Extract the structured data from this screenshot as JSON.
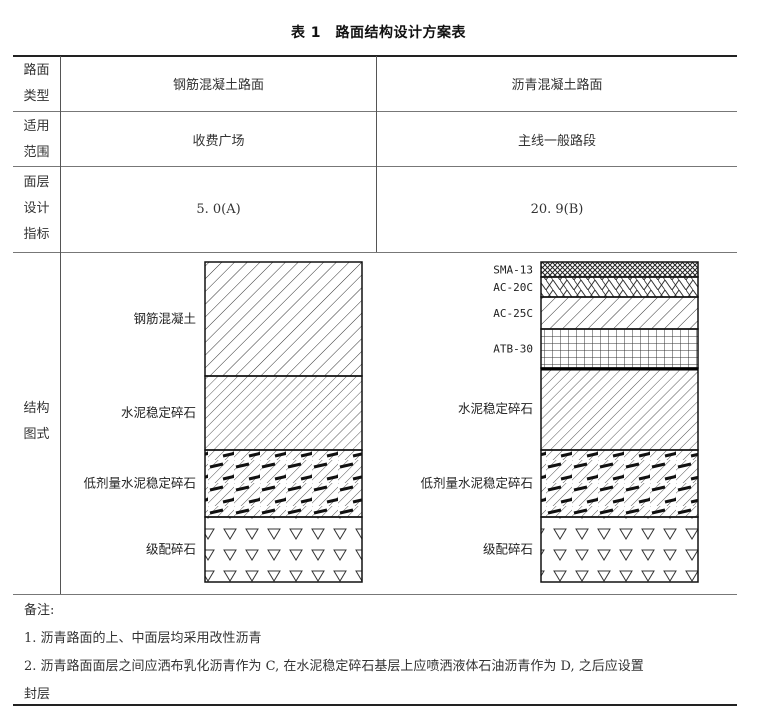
{
  "title": "表 1　路面结构设计方案表",
  "rows": {
    "type": {
      "label": [
        "路面",
        "类型"
      ],
      "col1": "钢筋混凝土路面",
      "col2": "沥青混凝土路面"
    },
    "scope": {
      "label": [
        "适用",
        "范围"
      ],
      "col1": "收费广场",
      "col2": "主线一般路段"
    },
    "index": {
      "label": [
        "面层",
        "设计",
        "指标"
      ],
      "col1": "5. 0(A)",
      "col2": "20. 9(B)"
    },
    "structure": {
      "label": [
        "结构",
        "图式"
      ]
    }
  },
  "left_diagram": {
    "layers": [
      {
        "name": "钢筋混凝土",
        "pattern": "hatch"
      },
      {
        "name": "水泥稳定碎石",
        "pattern": "hatch-fine"
      },
      {
        "name": "低剂量水泥稳定碎石",
        "pattern": "dashes"
      },
      {
        "name": "级配碎石",
        "pattern": "triangles"
      }
    ]
  },
  "right_diagram": {
    "layers": [
      {
        "name": "SMA-13",
        "pattern": "crosshatch"
      },
      {
        "name": "AC-20C",
        "pattern": "zigzag"
      },
      {
        "name": "AC-25C",
        "pattern": "hatch"
      },
      {
        "name": "ATB-30",
        "pattern": "grid"
      },
      {
        "name": "水泥稳定碎石",
        "pattern": "hatch-fine"
      },
      {
        "name": "低剂量水泥稳定碎石",
        "pattern": "dashes"
      },
      {
        "name": "级配碎石",
        "pattern": "triangles"
      }
    ]
  },
  "notes": {
    "heading": "备注:",
    "items": [
      "1. 沥青路面的上、中面层均采用改性沥青",
      "2. 沥青路面面层之间应洒布乳化沥青作为 C, 在水泥稳定碎石基层上应喷洒液体石油沥青作为 D, 之后应设置"
    ],
    "continuation": "封层"
  }
}
